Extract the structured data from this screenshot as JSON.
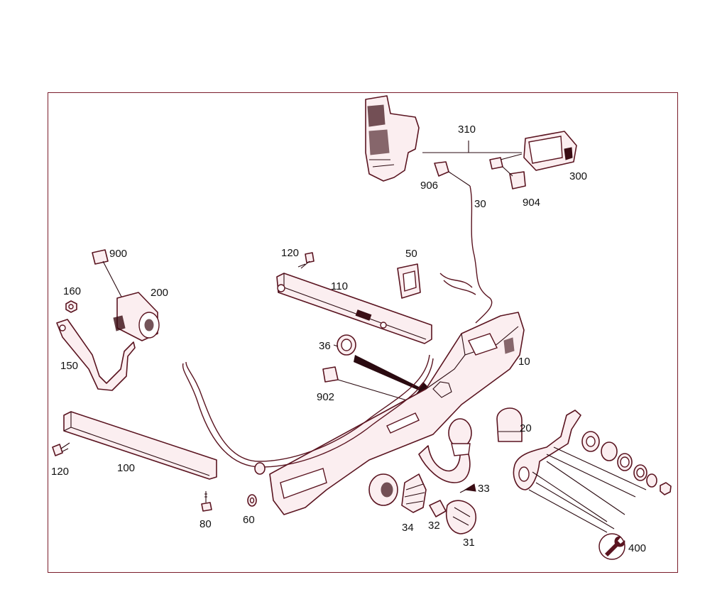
{
  "callouts": {
    "c10": "10",
    "c20": "20",
    "c30": "30",
    "c31": "31",
    "c32": "32",
    "c33": "33",
    "c34": "34",
    "c36": "36",
    "c50": "50",
    "c60": "60",
    "c80": "80",
    "c100": "100",
    "c110": "110",
    "c120a": "120",
    "c120b": "120",
    "c150": "150",
    "c160": "160",
    "c200": "200",
    "c300": "300",
    "c310": "310",
    "c400": "400",
    "c900": "900",
    "c902": "902",
    "c904": "904",
    "c906": "906"
  },
  "colors": {
    "outline": "#5a1420",
    "fill": "#fbeef0",
    "frame": "#7a1c2a"
  }
}
